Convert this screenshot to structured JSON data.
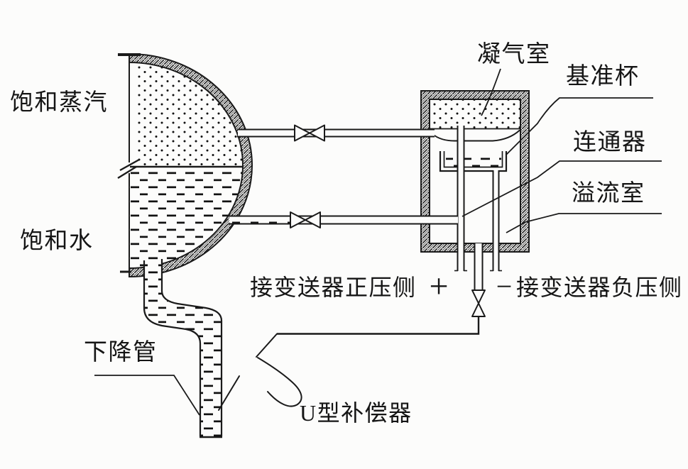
{
  "diagram": {
    "description": "Boiler drum water level balance vessel with reference cup - schematic",
    "labels": {
      "saturated_steam": "饱和蒸汽",
      "saturated_water": "饱和水",
      "condensing_chamber": "凝气室",
      "reference_cup": "基准杯",
      "connector_tube": "连通器",
      "overflow_chamber": "溢流室",
      "to_transmitter_positive": "接变送器正压侧",
      "plus_sign": "+",
      "minus_sign": "−",
      "to_transmitter_negative": "接变送器负压侧",
      "downcomer": "下降管",
      "u_compensator": "U型补偿器"
    },
    "icons": {
      "steam_isolation_valve": "bowtie-valve-icon",
      "water_isolation_valve": "bowtie-valve-icon",
      "drain_valve": "bowtie-valve-icon"
    },
    "colors": {
      "line": "#1a1a1a",
      "background": "#fcfcfb"
    }
  }
}
